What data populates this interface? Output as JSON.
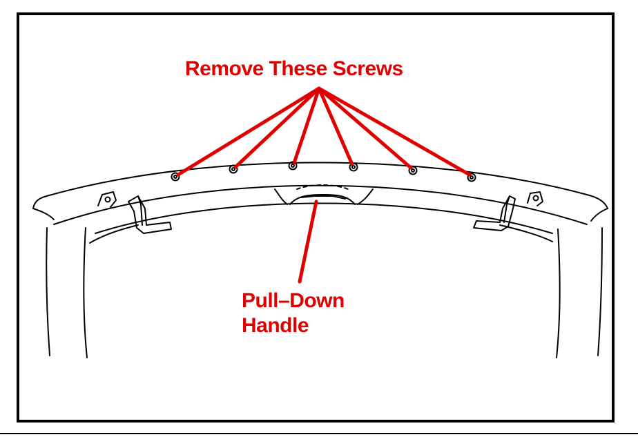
{
  "callouts": {
    "screws": "Remove These Screws",
    "handle_line1": "Pull–Down",
    "handle_line2": "Handle"
  },
  "colors": {
    "callout": "#e00000",
    "line_art": "#000000",
    "background": "#ffffff"
  },
  "screw_count": 6
}
